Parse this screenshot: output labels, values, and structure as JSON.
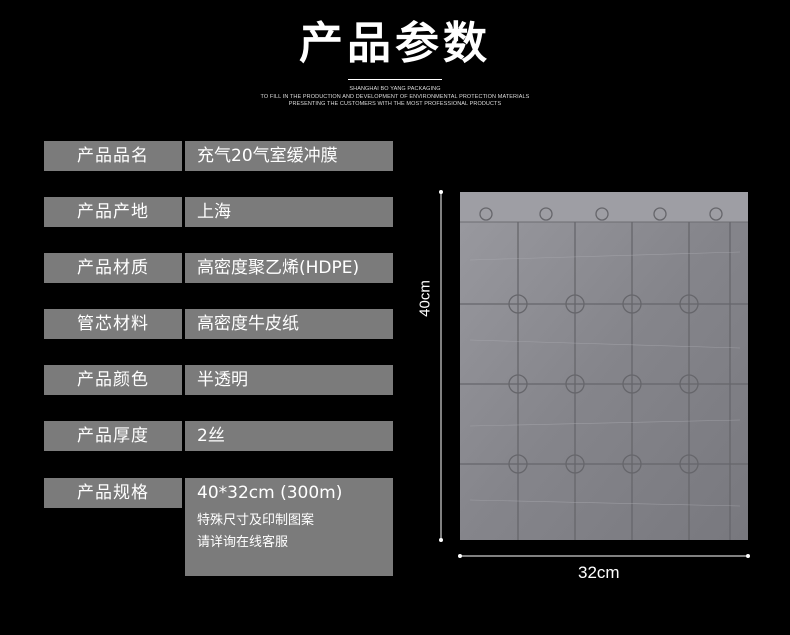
{
  "header": {
    "title": "产品参数",
    "sub1": "SHANGHAI BO YANG PACKAGING",
    "sub2": "TO FILL IN THE PRODUCTION AND DEVELOPMENT OF ENVIRONMENTAL PROTECTION MATERIALS",
    "sub3": "PRESENTING THE CUSTOMERS WITH THE MOST PROFESSIONAL PRODUCTS"
  },
  "specs": [
    {
      "label": "产品品名",
      "value": "充气20气室缓冲膜"
    },
    {
      "label": "产品产地",
      "value": "上海"
    },
    {
      "label": "产品材质",
      "value": "高密度聚乙烯(HDPE)"
    },
    {
      "label": "管芯材料",
      "value": "高密度牛皮纸"
    },
    {
      "label": "产品颜色",
      "value": "半透明"
    },
    {
      "label": "产品厚度",
      "value": "2丝"
    },
    {
      "label": "产品规格",
      "value": "40*32cm  (300m)",
      "note1": "特殊尺寸及印制图案",
      "note2": "请详询在线客服"
    }
  ],
  "dimensions": {
    "height": "40cm",
    "width": "32cm"
  },
  "colors": {
    "background": "#000000",
    "cell": "#7b7b7b",
    "film": "#8d8d92"
  }
}
